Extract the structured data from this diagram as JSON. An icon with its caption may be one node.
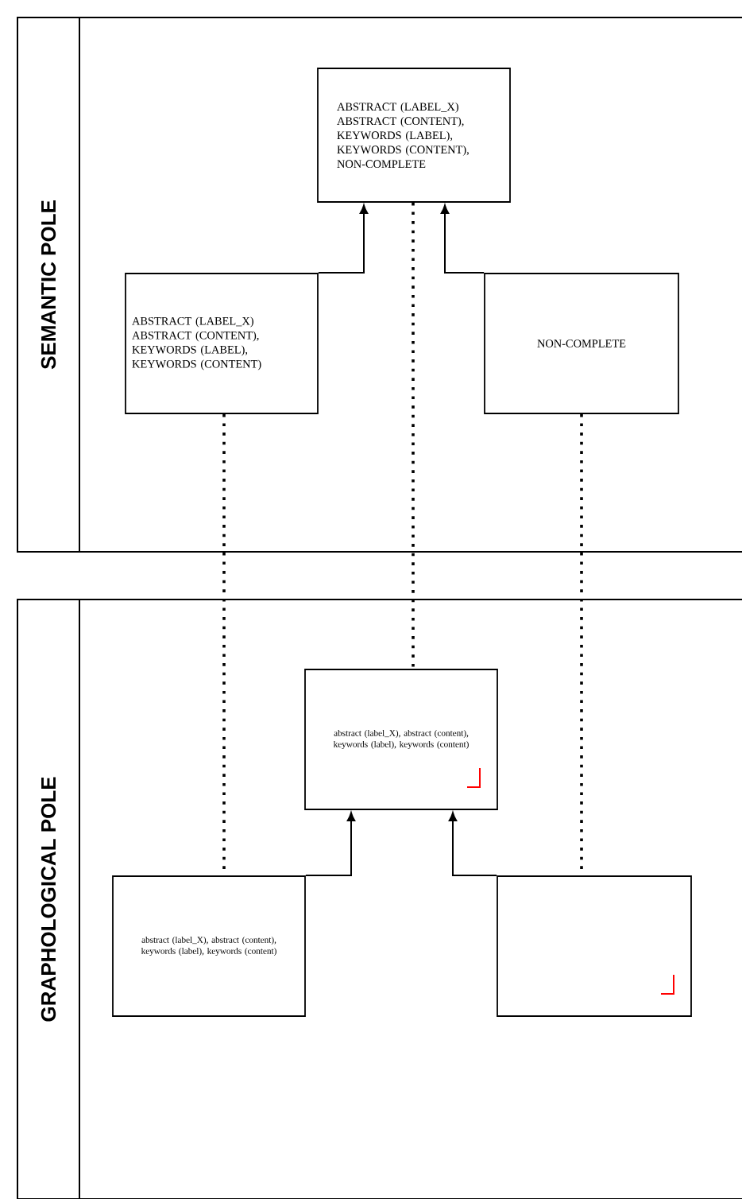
{
  "diagram": {
    "nodes": [
      {
        "text": [
          "SEMANTIC POLE"
        ]
      },
      {
        "text": [
          "ABSTRACT (LABEL_X) ABSTRACT (CONTENT), KEYWORDS (LABEL), KEYWORDS (CONTENT), NON-COMPLETE"
        ],
        "in": 0
      },
      {
        "text": [
          "ABSTRACT (LABEL_X) ABSTRACT (CONTENT), KEYWORDS (LABEL), KEYWORDS (CONTENT)"
        ],
        "in": 0
      },
      {
        "text": [
          "NON-COMPLETE"
        ],
        "in": 0
      },
      {
        "text": [
          "GRAPHOLOGICAL POLE"
        ]
      },
      {
        "text": [
          "abstract (label_X), abstract (content), keywords (label), keywords (content)"
        ],
        "in": 4
      },
      {
        "text": [
          "abstract (label_X), abstract (content), keywords (label), keywords (content)"
        ],
        "in": 4
      },
      {
        "text": [],
        "shape": "box",
        "in": 4
      }
    ],
    "edges": [
      {
        "from": 2,
        "to": 1,
        "arrow": "to"
      },
      {
        "from": 3,
        "to": 1,
        "arrow": "to"
      },
      {
        "from": 2,
        "to": 6,
        "arrow": "none",
        "style": "dashed"
      },
      {
        "from": 1,
        "to": 5,
        "arrow": "none",
        "style": "dashed"
      },
      {
        "from": 3,
        "to": 7,
        "arrow": "none",
        "style": "dashed"
      },
      {
        "from": 6,
        "to": 5,
        "arrow": "to"
      },
      {
        "from": 7,
        "to": 5,
        "arrow": "to"
      }
    ]
  }
}
